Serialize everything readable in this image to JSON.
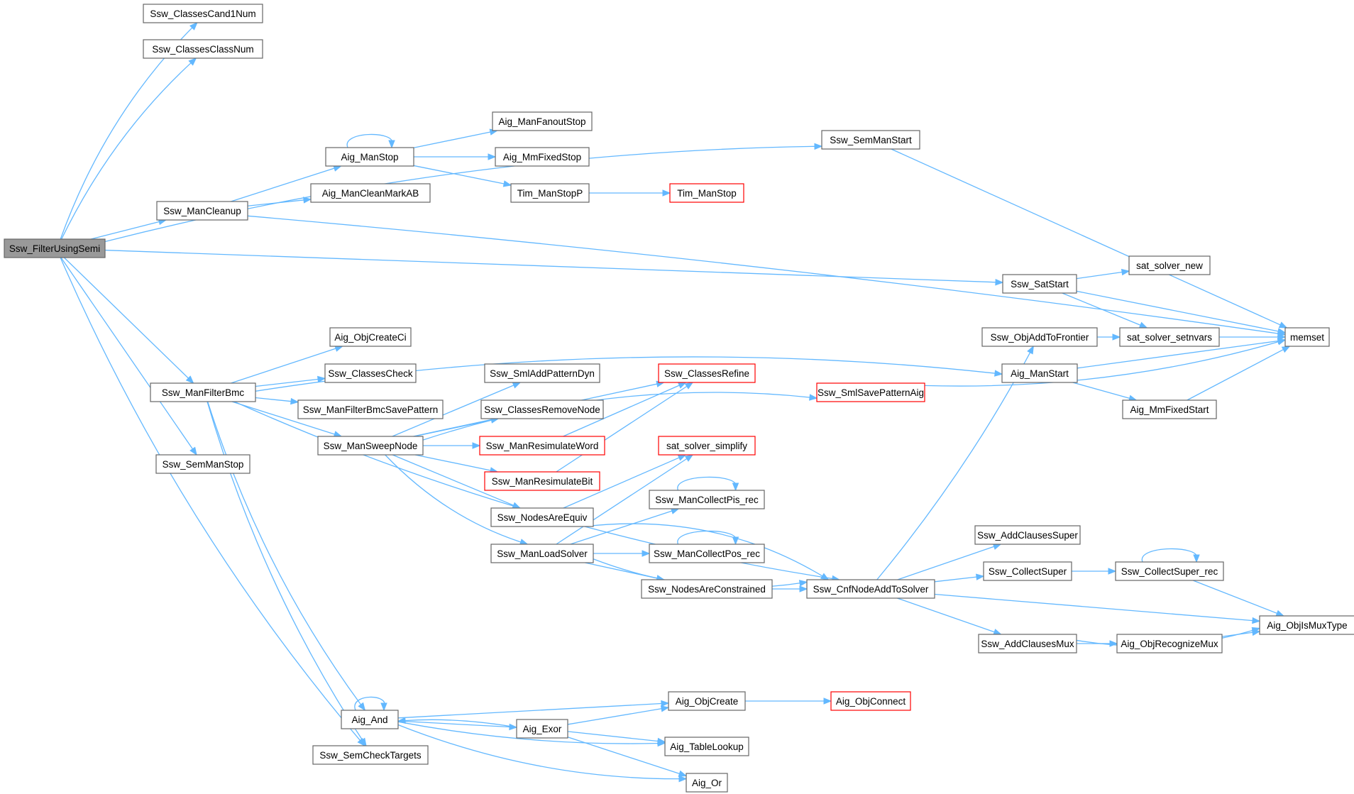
{
  "diagram": {
    "title": "Call graph of Ssw_FilterUsingSemi",
    "nodes": [
      {
        "id": "filter",
        "label": "Ssw_FilterUsingSemi",
        "style": "root"
      },
      {
        "id": "cand1",
        "label": "Ssw_ClassesCand1Num",
        "style": "normal"
      },
      {
        "id": "classnum",
        "label": "Ssw_ClassesClassNum",
        "style": "normal"
      },
      {
        "id": "cleanup",
        "label": "Ssw_ManCleanup",
        "style": "normal"
      },
      {
        "id": "filterbmc",
        "label": "Ssw_ManFilterBmc",
        "style": "normal"
      },
      {
        "id": "semstop",
        "label": "Ssw_SemManStop",
        "style": "normal"
      },
      {
        "id": "manstop",
        "label": "Aig_ManStop",
        "style": "normal"
      },
      {
        "id": "cleanmark",
        "label": "Aig_ManCleanMarkAB",
        "style": "normal"
      },
      {
        "id": "fanoutstop",
        "label": "Aig_ManFanoutStop",
        "style": "normal"
      },
      {
        "id": "mmfixedstop",
        "label": "Aig_MmFixedStop",
        "style": "normal"
      },
      {
        "id": "timstopp",
        "label": "Tim_ManStopP",
        "style": "normal"
      },
      {
        "id": "timstop",
        "label": "Tim_ManStop",
        "style": "red"
      },
      {
        "id": "semstart",
        "label": "Ssw_SemManStart",
        "style": "normal"
      },
      {
        "id": "satstart",
        "label": "Ssw_SatStart",
        "style": "normal"
      },
      {
        "id": "satnew",
        "label": "sat_solver_new",
        "style": "normal"
      },
      {
        "id": "setnvars",
        "label": "sat_solver_setnvars",
        "style": "normal"
      },
      {
        "id": "memset",
        "label": "memset",
        "style": "normal"
      },
      {
        "id": "addfrontier",
        "label": "Ssw_ObjAddToFrontier",
        "style": "normal"
      },
      {
        "id": "manstart",
        "label": "Aig_ManStart",
        "style": "normal"
      },
      {
        "id": "mmfixedstart",
        "label": "Aig_MmFixedStart",
        "style": "normal"
      },
      {
        "id": "createci",
        "label": "Aig_ObjCreateCi",
        "style": "normal"
      },
      {
        "id": "classcheck",
        "label": "Ssw_ClassesCheck",
        "style": "normal"
      },
      {
        "id": "bmcsave",
        "label": "Ssw_ManFilterBmcSavePattern",
        "style": "normal"
      },
      {
        "id": "sweepnode",
        "label": "Ssw_ManSweepNode",
        "style": "normal"
      },
      {
        "id": "addpatdyn",
        "label": "Ssw_SmlAddPatternDyn",
        "style": "normal"
      },
      {
        "id": "removenode",
        "label": "Ssw_ClassesRemoveNode",
        "style": "normal"
      },
      {
        "id": "resimword",
        "label": "Ssw_ManResimulateWord",
        "style": "red"
      },
      {
        "id": "resimbit",
        "label": "Ssw_ManResimulateBit",
        "style": "red"
      },
      {
        "id": "classrefine",
        "label": "Ssw_ClassesRefine",
        "style": "red"
      },
      {
        "id": "savepataig",
        "label": "Ssw_SmlSavePatternAig",
        "style": "red"
      },
      {
        "id": "simplify",
        "label": "sat_solver_simplify",
        "style": "red"
      },
      {
        "id": "nodesequiv",
        "label": "Ssw_NodesAreEquiv",
        "style": "normal"
      },
      {
        "id": "loadsolver",
        "label": "Ssw_ManLoadSolver",
        "style": "normal"
      },
      {
        "id": "collectpis",
        "label": "Ssw_ManCollectPis_rec",
        "style": "normal"
      },
      {
        "id": "collectpos",
        "label": "Ssw_ManCollectPos_rec",
        "style": "normal"
      },
      {
        "id": "constrained",
        "label": "Ssw_NodesAreConstrained",
        "style": "normal"
      },
      {
        "id": "cnfadd",
        "label": "Ssw_CnfNodeAddToSolver",
        "style": "normal"
      },
      {
        "id": "addsuper",
        "label": "Ssw_AddClausesSuper",
        "style": "normal"
      },
      {
        "id": "collectsuper",
        "label": "Ssw_CollectSuper",
        "style": "normal"
      },
      {
        "id": "collectsuperrec",
        "label": "Ssw_CollectSuper_rec",
        "style": "normal"
      },
      {
        "id": "addmux",
        "label": "Ssw_AddClausesMux",
        "style": "normal"
      },
      {
        "id": "recognizemux",
        "label": "Aig_ObjRecognizeMux",
        "style": "normal"
      },
      {
        "id": "ismux",
        "label": "Aig_ObjIsMuxType",
        "style": "normal"
      },
      {
        "id": "and",
        "label": "Aig_And",
        "style": "normal"
      },
      {
        "id": "semcheck",
        "label": "Ssw_SemCheckTargets",
        "style": "normal"
      },
      {
        "id": "exor",
        "label": "Aig_Exor",
        "style": "normal"
      },
      {
        "id": "objcreate",
        "label": "Aig_ObjCreate",
        "style": "normal"
      },
      {
        "id": "connect",
        "label": "Aig_ObjConnect",
        "style": "red"
      },
      {
        "id": "tablelookup",
        "label": "Aig_TableLookup",
        "style": "normal"
      },
      {
        "id": "or",
        "label": "Aig_Or",
        "style": "normal"
      }
    ],
    "edges": [
      [
        "filter",
        "cand1"
      ],
      [
        "filter",
        "classnum"
      ],
      [
        "filter",
        "semstart"
      ],
      [
        "filter",
        "cleanup"
      ],
      [
        "filter",
        "satstart"
      ],
      [
        "filter",
        "filterbmc"
      ],
      [
        "filter",
        "semstop"
      ],
      [
        "filter",
        "semcheck"
      ],
      [
        "cleanup",
        "manstop"
      ],
      [
        "cleanup",
        "cleanmark"
      ],
      [
        "cleanup",
        "memset"
      ],
      [
        "manstop",
        "manstop"
      ],
      [
        "manstop",
        "fanoutstop"
      ],
      [
        "manstop",
        "mmfixedstop"
      ],
      [
        "manstop",
        "timstopp"
      ],
      [
        "timstopp",
        "timstop"
      ],
      [
        "semstart",
        "memset"
      ],
      [
        "satstart",
        "satnew"
      ],
      [
        "satstart",
        "setnvars"
      ],
      [
        "satstart",
        "memset"
      ],
      [
        "setnvars",
        "memset"
      ],
      [
        "addfrontier",
        "setnvars"
      ],
      [
        "manstart",
        "memset"
      ],
      [
        "manstart",
        "mmfixedstart"
      ],
      [
        "mmfixedstart",
        "memset"
      ],
      [
        "filterbmc",
        "manstart"
      ],
      [
        "filterbmc",
        "createci"
      ],
      [
        "filterbmc",
        "classcheck"
      ],
      [
        "filterbmc",
        "bmcsave"
      ],
      [
        "filterbmc",
        "sweepnode"
      ],
      [
        "filterbmc",
        "cnfadd"
      ],
      [
        "filterbmc",
        "and"
      ],
      [
        "filterbmc",
        "semcheck"
      ],
      [
        "sweepnode",
        "savepataig"
      ],
      [
        "sweepnode",
        "addpatdyn"
      ],
      [
        "sweepnode",
        "removenode"
      ],
      [
        "sweepnode",
        "resimword"
      ],
      [
        "sweepnode",
        "resimbit"
      ],
      [
        "sweepnode",
        "classrefine"
      ],
      [
        "sweepnode",
        "nodesequiv"
      ],
      [
        "sweepnode",
        "loadsolver"
      ],
      [
        "savepataig",
        "memset"
      ],
      [
        "resimword",
        "classrefine"
      ],
      [
        "resimbit",
        "classrefine"
      ],
      [
        "nodesequiv",
        "simplify"
      ],
      [
        "nodesequiv",
        "cnfadd"
      ],
      [
        "loadsolver",
        "simplify"
      ],
      [
        "loadsolver",
        "collectpis"
      ],
      [
        "loadsolver",
        "collectpos"
      ],
      [
        "loadsolver",
        "constrained"
      ],
      [
        "loadsolver",
        "cnfadd"
      ],
      [
        "collectpis",
        "collectpis"
      ],
      [
        "collectpos",
        "collectpos"
      ],
      [
        "constrained",
        "cnfadd"
      ],
      [
        "cnfadd",
        "addfrontier"
      ],
      [
        "cnfadd",
        "addsuper"
      ],
      [
        "cnfadd",
        "collectsuper"
      ],
      [
        "cnfadd",
        "ismux"
      ],
      [
        "cnfadd",
        "addmux"
      ],
      [
        "collectsuper",
        "collectsuperrec"
      ],
      [
        "collectsuperrec",
        "collectsuperrec"
      ],
      [
        "collectsuperrec",
        "ismux"
      ],
      [
        "addmux",
        "recognizemux"
      ],
      [
        "addmux",
        "ismux"
      ],
      [
        "recognizemux",
        "ismux"
      ],
      [
        "and",
        "and"
      ],
      [
        "and",
        "exor"
      ],
      [
        "and",
        "objcreate"
      ],
      [
        "and",
        "tablelookup"
      ],
      [
        "and",
        "or"
      ],
      [
        "exor",
        "and"
      ],
      [
        "exor",
        "objcreate"
      ],
      [
        "exor",
        "tablelookup"
      ],
      [
        "exor",
        "or"
      ],
      [
        "objcreate",
        "connect"
      ]
    ]
  }
}
